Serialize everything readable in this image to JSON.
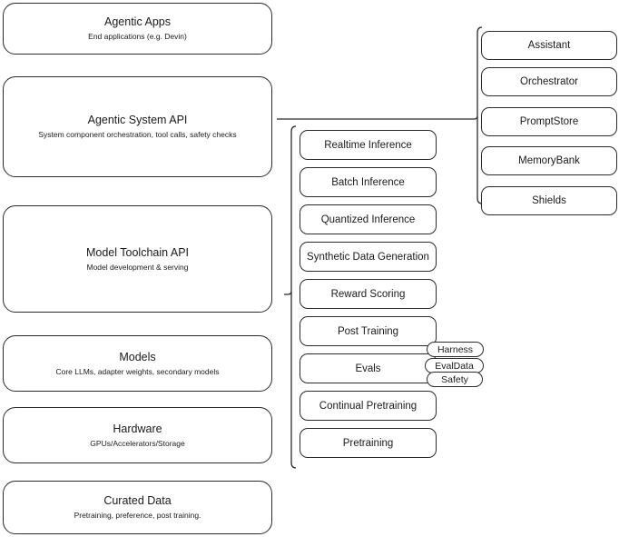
{
  "diagram": {
    "type": "layered-stack-architecture",
    "stroke_color": "#2b2b2b",
    "text_color": "#1a1a1a",
    "background_color": "#ffffff",
    "layers": [
      {
        "title": "Agentic Apps",
        "subtitle": "End applications (e.g. Devin)"
      },
      {
        "title": "Agentic System API",
        "subtitle": "System component orchestration, tool calls, safety checks"
      },
      {
        "title": "Model Toolchain API",
        "subtitle": "Model development & serving"
      },
      {
        "title": "Models",
        "subtitle": "Core LLMs, adapter weights, secondary models"
      },
      {
        "title": "Hardware",
        "subtitle": "GPUs/Accelerators/Storage"
      },
      {
        "title": "Curated Data",
        "subtitle": "Pretraining, preference, post training."
      }
    ],
    "toolchain_components": [
      {
        "label": "Realtime Inference"
      },
      {
        "label": "Batch Inference"
      },
      {
        "label": "Quantized Inference"
      },
      {
        "label": "Synthetic Data Generation"
      },
      {
        "label": "Reward Scoring"
      },
      {
        "label": "Post Training"
      },
      {
        "label": "Evals"
      },
      {
        "label": "Continual Pretraining"
      },
      {
        "label": "Pretraining"
      }
    ],
    "eval_badges": [
      {
        "label": "Harness"
      },
      {
        "label": "EvalData"
      },
      {
        "label": "Safety"
      }
    ],
    "system_components": [
      {
        "label": "Assistant"
      },
      {
        "label": "Orchestrator"
      },
      {
        "label": "PromptStore"
      },
      {
        "label": "MemoryBank"
      },
      {
        "label": "Shields"
      }
    ]
  }
}
